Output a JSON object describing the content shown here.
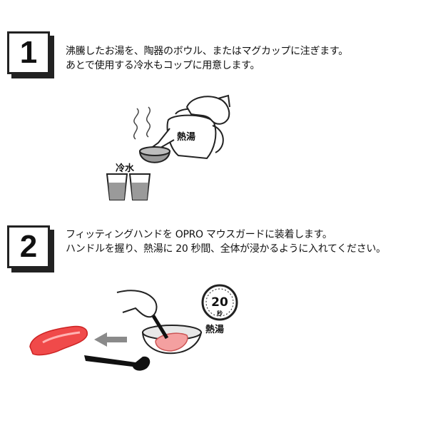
{
  "step1": {
    "number": "1",
    "line1": "沸騰したお湯を、陶器のボウル、またはマグカップに注ぎます。",
    "line2": "あとで使用する冷水もコップに用意します。",
    "label_hot": "熱湯",
    "label_cold": "冷水"
  },
  "step2": {
    "number": "2",
    "line1": "フィッティングハンドを OPRO マウスガードに装着します。",
    "line2": "ハンドルを握り、熱湯に 20 秒間、全体が浸かるように入れてください。",
    "timer_value": "20",
    "timer_unit": "秒",
    "label_hot": "熱湯"
  },
  "colors": {
    "mouthguard": "#f04a4a",
    "water_gray": "#9a9a9a",
    "ink": "#222222"
  }
}
